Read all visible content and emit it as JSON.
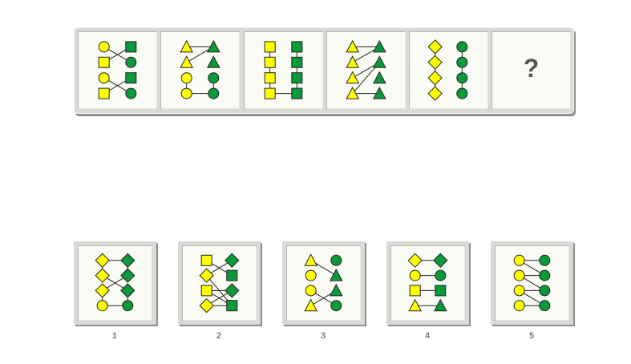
{
  "colors": {
    "yellow": "#ffff00",
    "green": "#0a9a3a",
    "outline": "#222222"
  },
  "question_mark": "?",
  "sequence": [
    {
      "shapes_left": [
        "circle",
        "square",
        "circle",
        "square"
      ],
      "shapes_right": [
        "square",
        "circle",
        "square",
        "circle"
      ],
      "links": [
        [
          0,
          1
        ],
        [
          1,
          0
        ],
        [
          2,
          3
        ],
        [
          3,
          2
        ]
      ]
    },
    {
      "shapes_left": [
        "triangle",
        "triangle",
        "circle",
        "circle"
      ],
      "shapes_right": [
        "triangle",
        "triangle",
        "circle",
        "circle"
      ],
      "links": [
        [
          0,
          0
        ],
        [
          1,
          0
        ],
        [
          3,
          3
        ]
      ],
      "left_vlinks": [
        [
          2,
          3
        ]
      ],
      "right_vlinks": [
        [
          2,
          3
        ]
      ]
    },
    {
      "shapes_left": [
        "square",
        "square",
        "square",
        "square"
      ],
      "shapes_right": [
        "square",
        "square",
        "square",
        "square"
      ],
      "links": [
        [
          3,
          3
        ]
      ],
      "left_vlinks": [
        [
          0,
          1
        ],
        [
          1,
          2
        ],
        [
          2,
          3
        ]
      ],
      "right_vlinks": [
        [
          0,
          1
        ],
        [
          1,
          2
        ],
        [
          2,
          3
        ]
      ]
    },
    {
      "shapes_left": [
        "triangle",
        "triangle",
        "triangle",
        "triangle"
      ],
      "shapes_right": [
        "triangle",
        "triangle",
        "triangle",
        "triangle"
      ],
      "links": [
        [
          0,
          0
        ],
        [
          1,
          0
        ],
        [
          2,
          1
        ],
        [
          3,
          1
        ],
        [
          3,
          3
        ]
      ]
    },
    {
      "shapes_left": [
        "diamond",
        "diamond",
        "diamond",
        "diamond"
      ],
      "shapes_right": [
        "circle",
        "circle",
        "circle",
        "circle"
      ],
      "links": [],
      "left_vlinks": [
        [
          0,
          1
        ],
        [
          1,
          2
        ],
        [
          2,
          3
        ]
      ],
      "right_vlinks": [
        [
          0,
          1
        ],
        [
          1,
          2
        ],
        [
          2,
          3
        ]
      ]
    }
  ],
  "options": [
    {
      "label": "1",
      "shapes_left": [
        "diamond",
        "diamond",
        "diamond",
        "circle"
      ],
      "shapes_right": [
        "diamond",
        "diamond",
        "diamond",
        "circle"
      ],
      "links": [
        [
          0,
          0
        ],
        [
          1,
          2
        ],
        [
          2,
          1
        ],
        [
          3,
          3
        ]
      ],
      "left_vlinks": [
        [
          0,
          1
        ],
        [
          2,
          3
        ]
      ],
      "right_vlinks": [
        [
          0,
          1
        ],
        [
          2,
          3
        ]
      ]
    },
    {
      "label": "2",
      "shapes_left": [
        "square",
        "diamond",
        "square",
        "diamond"
      ],
      "shapes_right": [
        "diamond",
        "square",
        "diamond",
        "square"
      ],
      "links": [
        [
          0,
          1
        ],
        [
          1,
          0
        ],
        [
          1,
          3
        ],
        [
          2,
          3
        ],
        [
          3,
          2
        ],
        [
          2,
          2
        ],
        [
          3,
          3
        ]
      ]
    },
    {
      "label": "3",
      "shapes_left": [
        "triangle",
        "circle",
        "circle",
        "triangle"
      ],
      "shapes_right": [
        "circle",
        "triangle",
        "triangle",
        "circle"
      ],
      "links": [
        [
          0,
          1
        ],
        [
          2,
          3
        ],
        [
          3,
          2
        ]
      ]
    },
    {
      "label": "4",
      "shapes_left": [
        "diamond",
        "circle",
        "square",
        "triangle"
      ],
      "shapes_right": [
        "diamond",
        "circle",
        "square",
        "triangle"
      ],
      "links": [
        [
          0,
          0
        ],
        [
          1,
          1
        ],
        [
          2,
          2
        ],
        [
          3,
          3
        ]
      ]
    },
    {
      "label": "5",
      "shapes_left": [
        "circle",
        "circle",
        "circle",
        "circle"
      ],
      "shapes_right": [
        "circle",
        "circle",
        "circle",
        "circle"
      ],
      "links": [
        [
          0,
          1
        ],
        [
          1,
          2
        ],
        [
          2,
          3
        ],
        [
          0,
          0
        ],
        [
          1,
          1
        ],
        [
          2,
          2
        ],
        [
          3,
          3
        ]
      ]
    }
  ]
}
